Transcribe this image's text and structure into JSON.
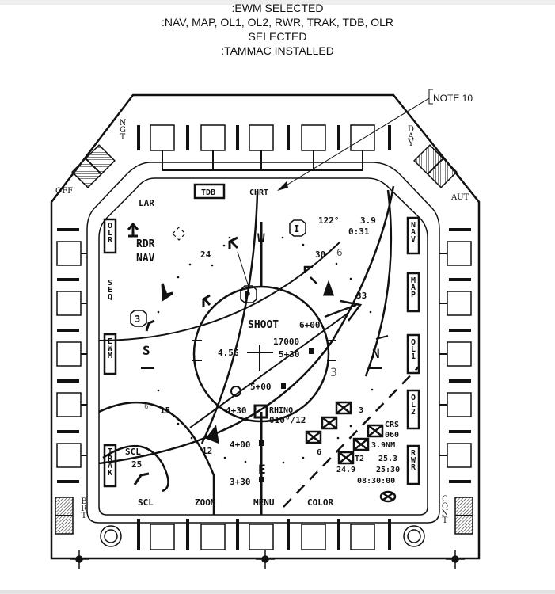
{
  "header": {
    "lines": [
      ":EWM SELECTED",
      ":NAV, MAP, OL1, OL2, RWR, TRAK, TDB, OLR",
      "SELECTED",
      ":TAMMAC INSTALLED"
    ]
  },
  "callout": {
    "note": "NOTE 10"
  },
  "bezel": {
    "ngt": "NGT",
    "day": "DAY",
    "off": "OFF",
    "aut": "AUT",
    "brt": "BRT",
    "cont": "CONT"
  },
  "left_options": {
    "olr": "OLR",
    "seq": "SEQ",
    "ewm": "EWM",
    "trak": "TRAK"
  },
  "right_options": {
    "nav": "NAV",
    "map": "MAP",
    "ol1": "OL1",
    "ol2": "OL2",
    "rwr": "RWR"
  },
  "top_options": {
    "tdb": "TDB",
    "chrt": "CHRT"
  },
  "bottom_options": {
    "scl": "SCL",
    "zoom": "ZOOM",
    "menu": "MENU",
    "color": "COLOR"
  },
  "display": {
    "lar": "LAR",
    "rdr": "RDR",
    "nav": "NAV",
    "bearing": "122°",
    "range": "3.9",
    "time": "0:31",
    "heading_w": "W",
    "heading_s": "S",
    "heading_n": "N",
    "heading_e": "E",
    "hdg_24": "24",
    "hdg_30": "30",
    "hdg_33": "33",
    "hdg_15": "15",
    "hdg_12": "12",
    "thin_6": "6",
    "thin_3": "3",
    "thin_6b": "6",
    "sym_i": "I",
    "sym_p": "P",
    "sym_3": "3",
    "shoot": "SHOOT",
    "altitude": "17000",
    "gload": "4.5G",
    "t_600": "6+00",
    "t_530": "5+30",
    "t_500": "5+00",
    "t_430": "4+30",
    "t_400": "4+00",
    "t_330": "3+30",
    "rhino": "RHINO",
    "rhino_data": "010°/12",
    "box_3": "3",
    "box_6": "6",
    "crs": "CRS",
    "crs_val": "060",
    "dist": "3.9NM",
    "t2": "T2",
    "t2_val": "25.3",
    "val_249": "24.9",
    "time_2530": "25:30",
    "clock": "08:30:00",
    "scl_label": "SCL",
    "scl_val": "25"
  }
}
